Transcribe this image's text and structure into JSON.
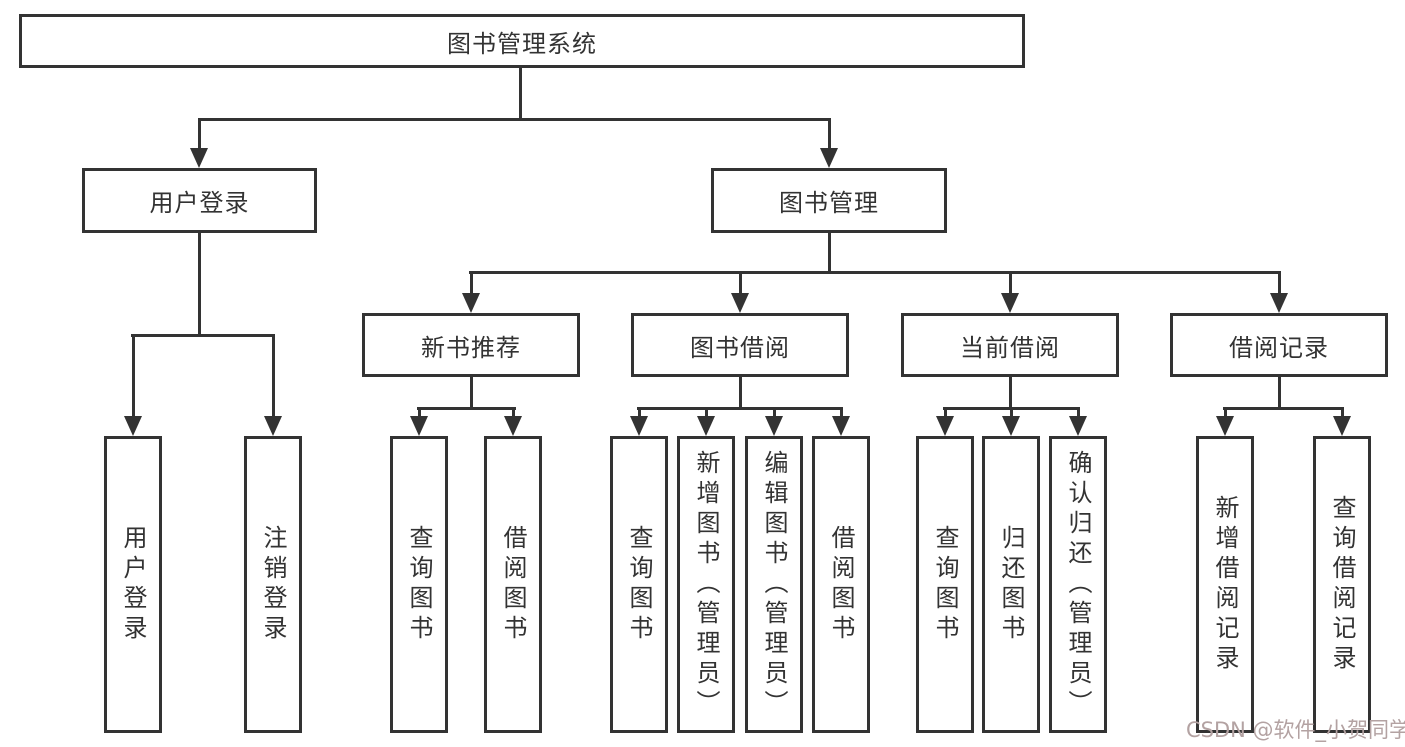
{
  "root": {
    "label": "图书管理系统"
  },
  "branches": [
    {
      "label": "用户登录",
      "leaves": [
        {
          "label": "用户登录"
        },
        {
          "label": "注销登录"
        }
      ]
    },
    {
      "label": "图书管理",
      "groups": [
        {
          "label": "新书推荐",
          "leaves": [
            {
              "label": "查询图书"
            },
            {
              "label": "借阅图书"
            }
          ]
        },
        {
          "label": "图书借阅",
          "leaves": [
            {
              "label": "查询图书"
            },
            {
              "label": "新增图书（管理员）"
            },
            {
              "label": "编辑图书（管理员）"
            },
            {
              "label": "借阅图书"
            }
          ]
        },
        {
          "label": "当前借阅",
          "leaves": [
            {
              "label": "查询图书"
            },
            {
              "label": "归还图书"
            },
            {
              "label": "确认归还（管理员）"
            }
          ]
        },
        {
          "label": "借阅记录",
          "leaves": [
            {
              "label": "新增借阅记录"
            },
            {
              "label": "查询借阅记录"
            }
          ]
        }
      ]
    }
  ],
  "watermark": {
    "text": "CSDN @软件_小贺同学",
    "color": "#b3a2a2"
  },
  "colors": {
    "line": "#333333",
    "text": "#333333",
    "background": "#ffffff"
  }
}
